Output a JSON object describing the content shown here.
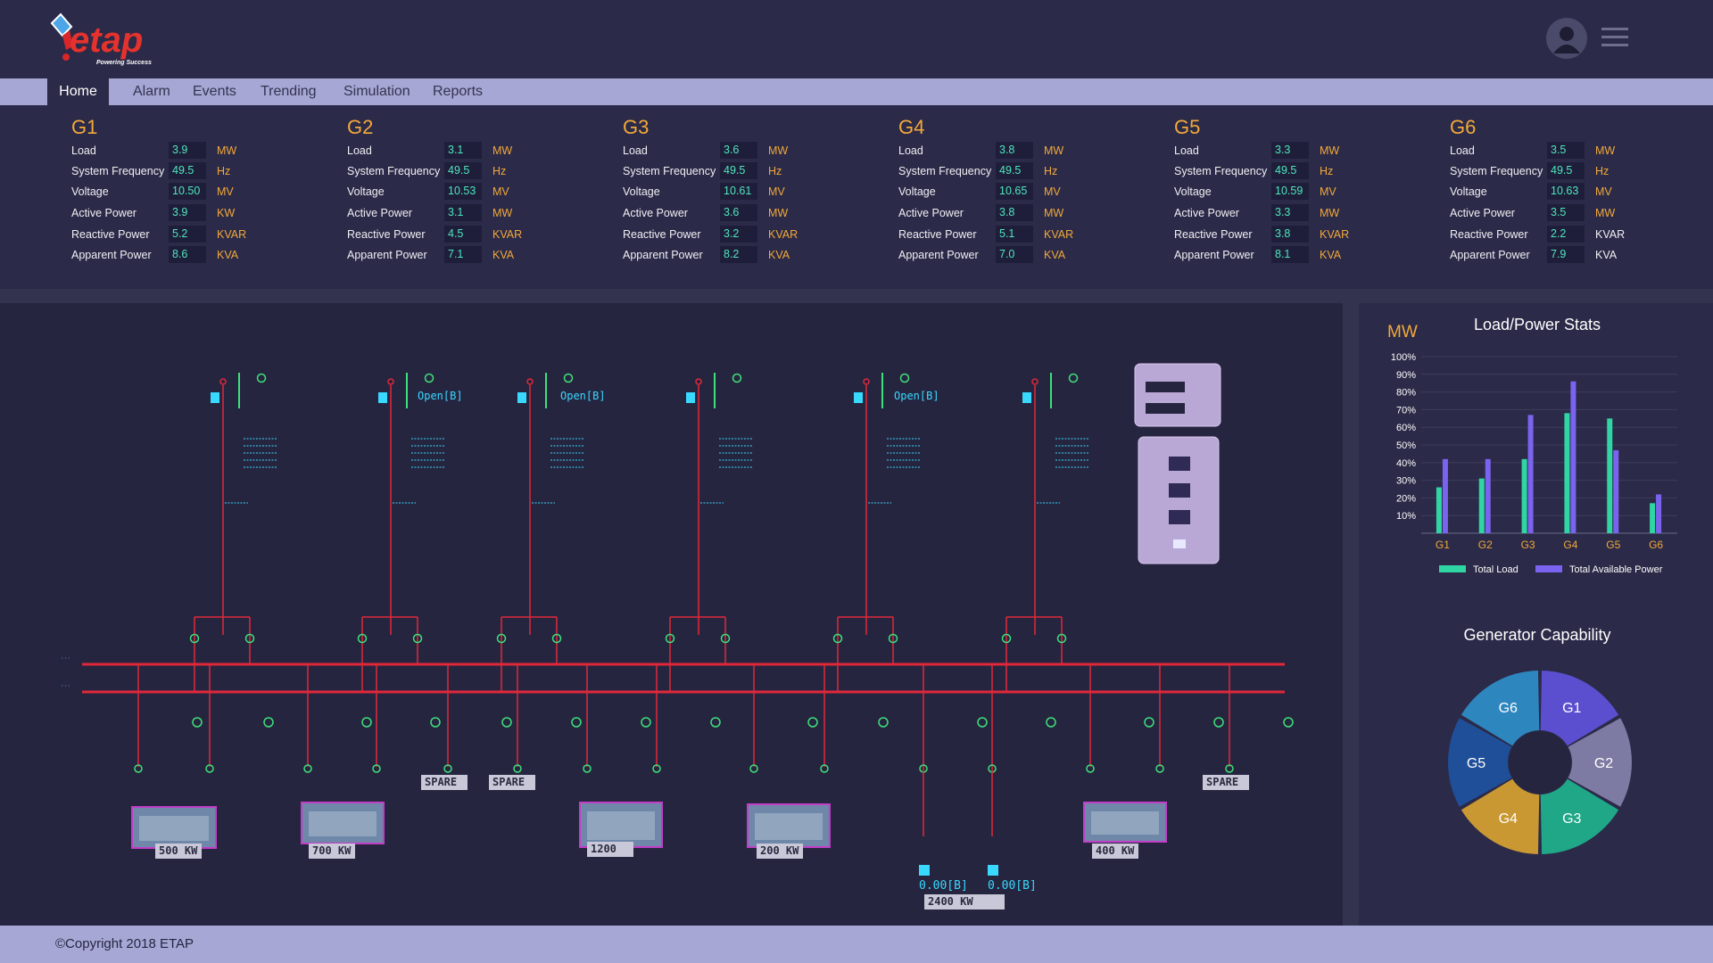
{
  "app": {
    "logo_text": "etap",
    "logo_tagline": "Powering Success"
  },
  "nav": {
    "tabs": [
      "Home",
      "Alarm",
      "Events",
      "Trending",
      "Simulation",
      "Reports"
    ],
    "active": "Home"
  },
  "labels": {
    "load": "Load",
    "system_frequency": "System Frequency",
    "voltage": "Voltage",
    "active_power": "Active Power",
    "reactive_power": "Reactive Power",
    "apparent_power": "Apparent Power"
  },
  "generators": [
    {
      "name": "G1",
      "load": "3.9",
      "load_unit": "MW",
      "frequency": "49.5",
      "freq_unit": "Hz",
      "voltage": "10.50",
      "voltage_unit": "MV",
      "active_power": "3.9",
      "active_unit": "KW",
      "reactive_power": "5.2",
      "reactive_unit": "KVAR",
      "apparent_power": "8.6",
      "apparent_unit": "KVA"
    },
    {
      "name": "G2",
      "load": "3.1",
      "load_unit": "MW",
      "frequency": "49.5",
      "freq_unit": "Hz",
      "voltage": "10.53",
      "voltage_unit": "MV",
      "active_power": "3.1",
      "active_unit": "MW",
      "reactive_power": "4.5",
      "reactive_unit": "KVAR",
      "apparent_power": "7.1",
      "apparent_unit": "KVA"
    },
    {
      "name": "G3",
      "load": "3.6",
      "load_unit": "MW",
      "frequency": "49.5",
      "freq_unit": "Hz",
      "voltage": "10.61",
      "voltage_unit": "MV",
      "active_power": "3.6",
      "active_unit": "MW",
      "reactive_power": "3.2",
      "reactive_unit": "KVAR",
      "apparent_power": "8.2",
      "apparent_unit": "KVA"
    },
    {
      "name": "G4",
      "load": "3.8",
      "load_unit": "MW",
      "frequency": "49.5",
      "freq_unit": "Hz",
      "voltage": "10.65",
      "voltage_unit": "MV",
      "active_power": "3.8",
      "active_unit": "MW",
      "reactive_power": "5.1",
      "reactive_unit": "KVAR",
      "apparent_power": "7.0",
      "apparent_unit": "KVA"
    },
    {
      "name": "G5",
      "load": "3.3",
      "load_unit": "MW",
      "frequency": "49.5",
      "freq_unit": "Hz",
      "voltage": "10.59",
      "voltage_unit": "MV",
      "active_power": "3.3",
      "active_unit": "MW",
      "reactive_power": "3.8",
      "reactive_unit": "KVAR",
      "apparent_power": "8.1",
      "apparent_unit": "KVA"
    },
    {
      "name": "G6",
      "load": "3.5",
      "load_unit": "MW",
      "frequency": "49.5",
      "freq_unit": "Hz",
      "voltage": "10.63",
      "voltage_unit": "MV",
      "active_power": "3.5",
      "active_unit": "MW",
      "reactive_power": "2.2",
      "reactive_unit": "KVAR",
      "apparent_power": "7.9",
      "apparent_unit": "KVA"
    }
  ],
  "diagram": {
    "open_labels": [
      "Open[B]",
      "Open[B]",
      "Open[B]"
    ],
    "feeders": [
      {
        "label": "500 KW"
      },
      {
        "label": "700 KW"
      },
      {
        "label": "SPARE"
      },
      {
        "label": "SPARE"
      },
      {
        "label": "1200"
      },
      {
        "label": "200 KW"
      },
      {
        "label": "400 KW"
      },
      {
        "label": "SPARE"
      }
    ],
    "bottom_values": [
      "0.00[B]",
      "0.00[B]"
    ],
    "bottom_total": "2400 KW"
  },
  "chart_data": [
    {
      "type": "bar",
      "title": "Load/Power Stats",
      "unit_label": "MW",
      "categories": [
        "G1",
        "G2",
        "G3",
        "G4",
        "G5",
        "G6"
      ],
      "y_ticks": [
        "100%",
        "90%",
        "80%",
        "70%",
        "60%",
        "50%",
        "40%",
        "30%",
        "20%",
        "10%"
      ],
      "ylim": [
        0,
        100
      ],
      "series": [
        {
          "name": "Total Load",
          "color": "#2fd6a3",
          "values": [
            26,
            31,
            42,
            68,
            65,
            17
          ]
        },
        {
          "name": "Total Available Power",
          "color": "#7a63ee",
          "values": [
            42,
            42,
            67,
            86,
            47,
            22
          ]
        }
      ],
      "grid": true,
      "legend": "bottom"
    },
    {
      "type": "pie",
      "title": "Generator Capability",
      "categories": [
        "G1",
        "G2",
        "G3",
        "G4",
        "G5",
        "G6"
      ],
      "values": [
        1,
        1,
        1,
        1,
        1,
        1
      ],
      "colors": [
        "#5b4fcf",
        "#7d7aa3",
        "#1fa787",
        "#c99832",
        "#1f4f99",
        "#2e86bf"
      ],
      "donut": true
    }
  ],
  "footer": {
    "copyright": "©Copyright 2018 ETAP"
  }
}
